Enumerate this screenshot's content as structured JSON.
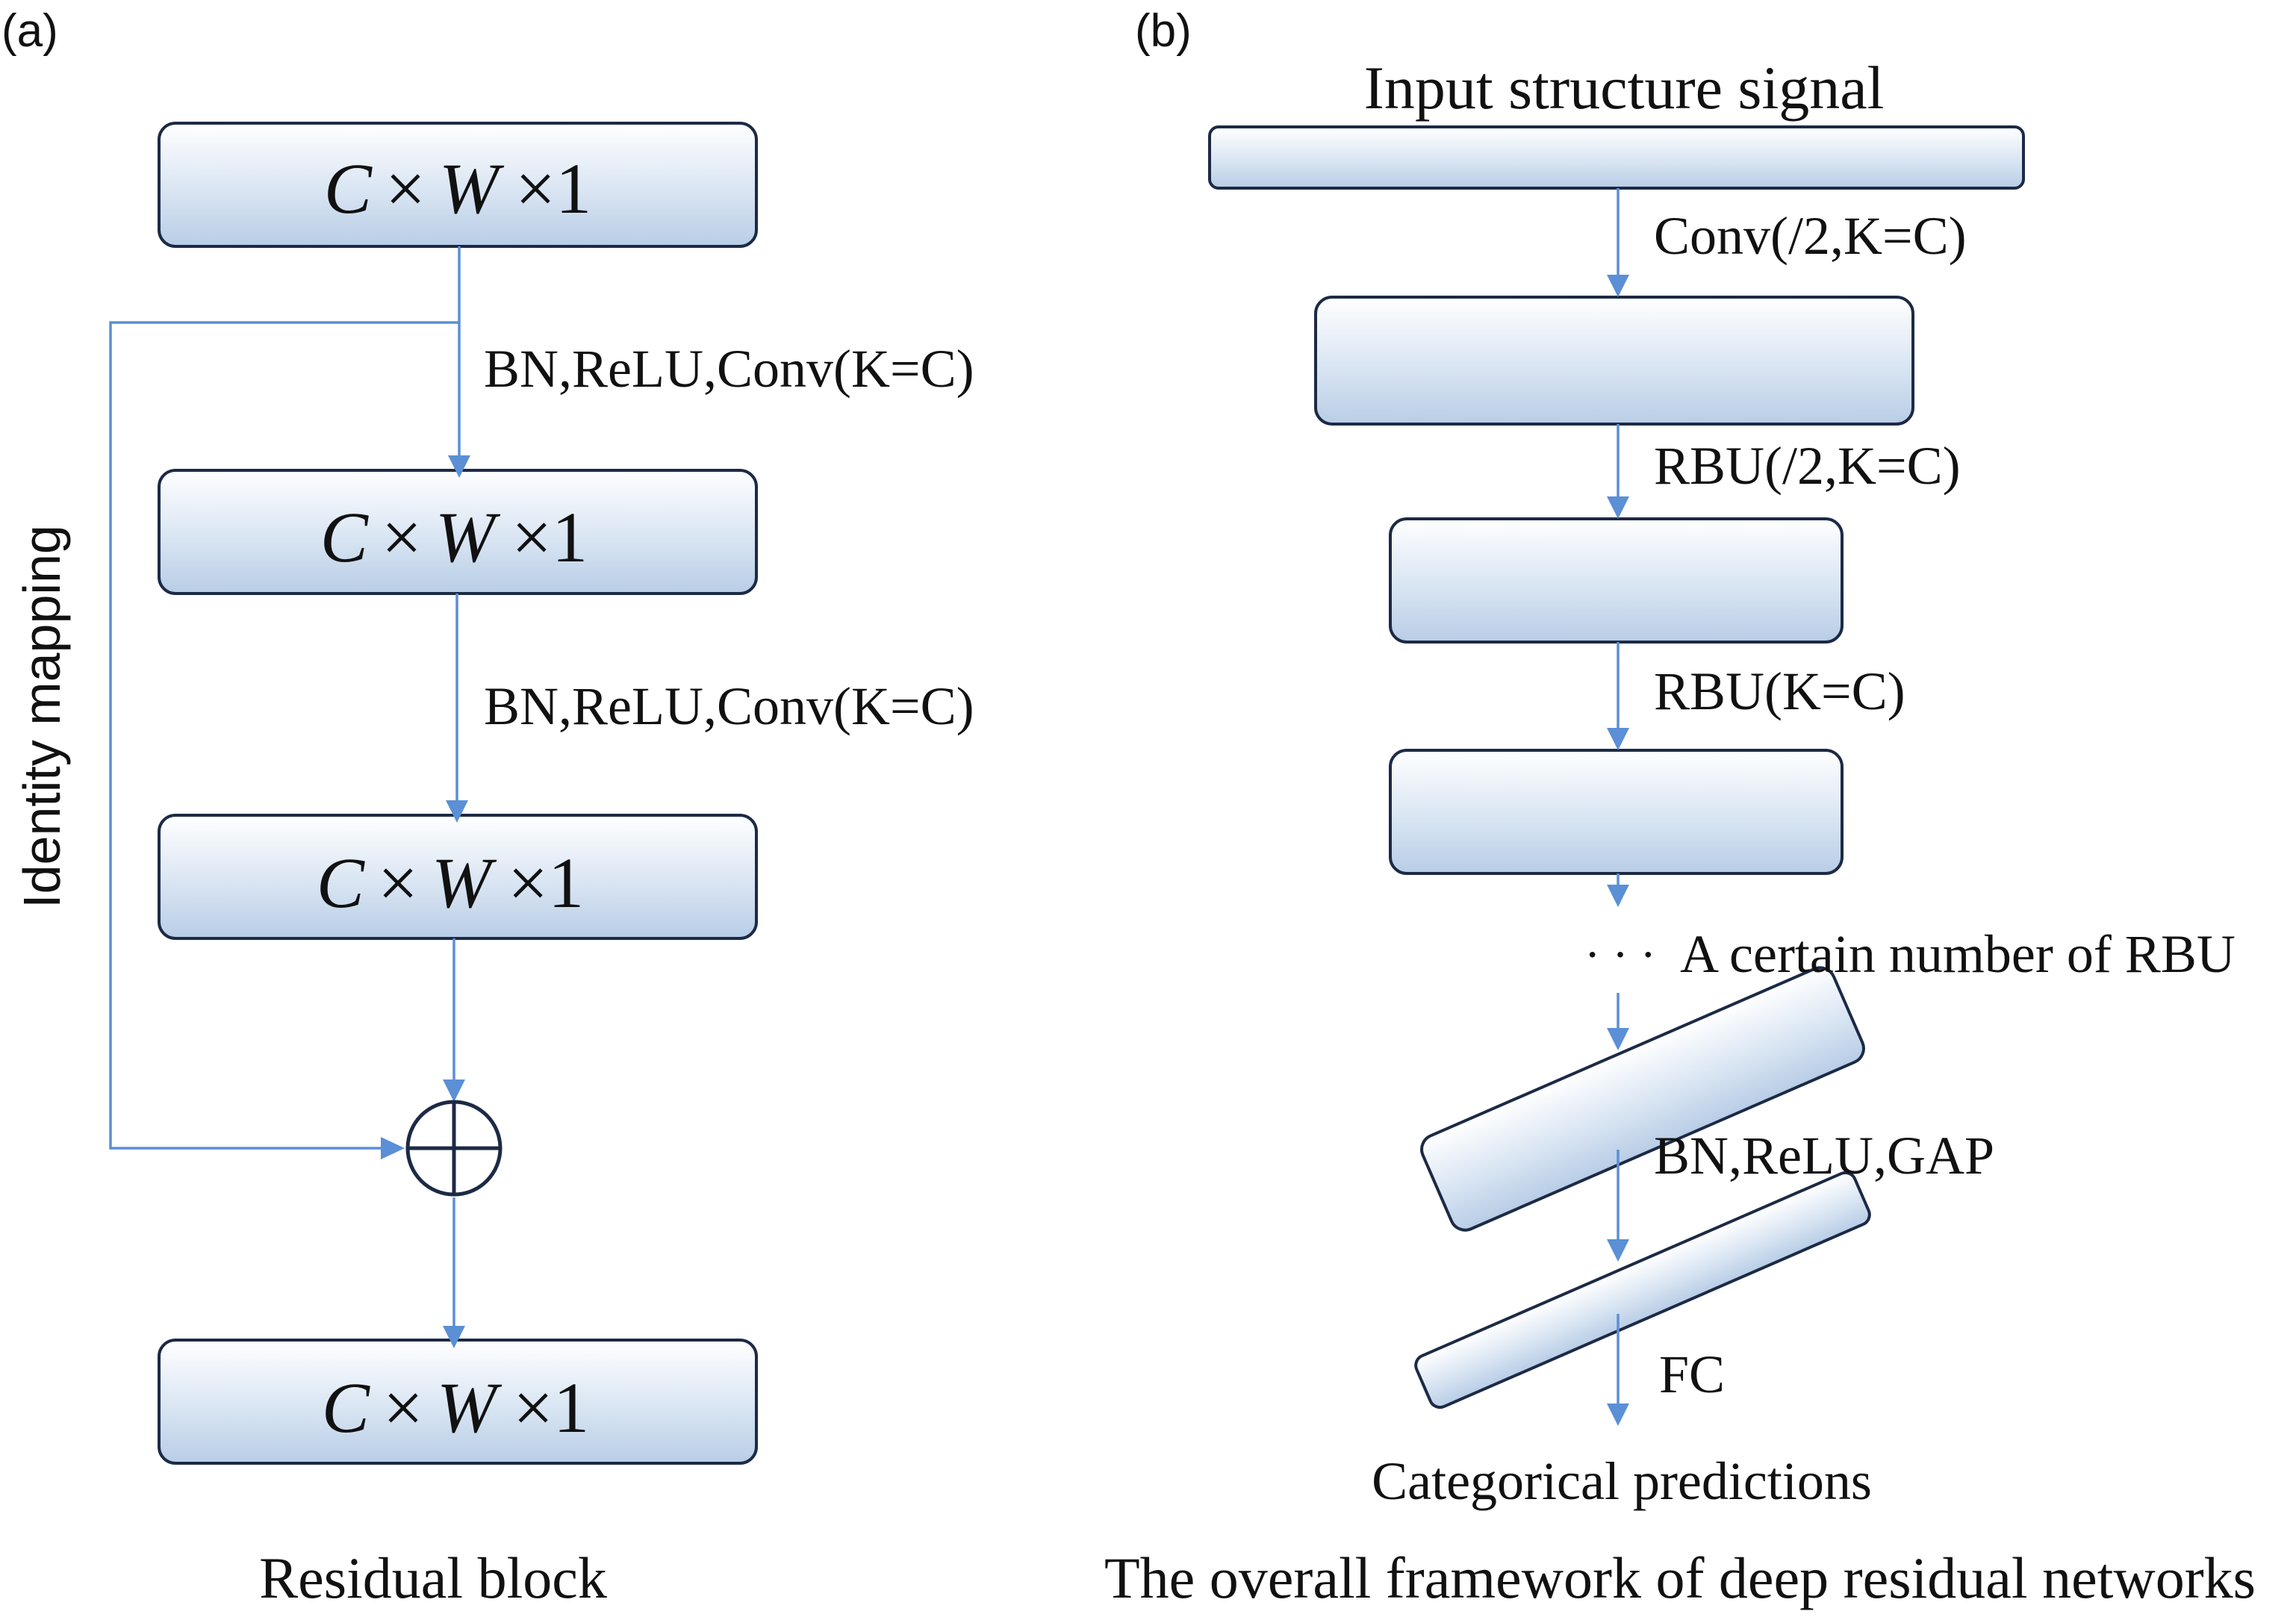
{
  "panel_a": {
    "tag": "(a)",
    "box_text": {
      "c": "C",
      "times": "×",
      "w": "W",
      "one": "×1"
    },
    "side_label": "Identity mapping",
    "step1_label": "BN,ReLU,Conv(K=C)",
    "step2_label": "BN,ReLU,Conv(K=C)",
    "caption": "Residual block"
  },
  "panel_b": {
    "tag": "(b)",
    "input_label": "Input structure signal",
    "step1_label": "Conv(/2,K=C)",
    "step2_label": "RBU(/2,K=C)",
    "step3_label": "RBU(K=C)",
    "ellipsis": "· · ·",
    "ellipsis_label": "A certain number of RBU",
    "step4_label": "BN,ReLU,GAP",
    "step5_label": "FC",
    "output_label": "Categorical predictions",
    "caption": "The overall framework of deep residual networks"
  },
  "colors": {
    "box_fill_top": "#ffffff",
    "box_fill_bottom": "#b8cde6",
    "box_stroke": "#1c2a45",
    "arrow": "#5b8fd6"
  }
}
